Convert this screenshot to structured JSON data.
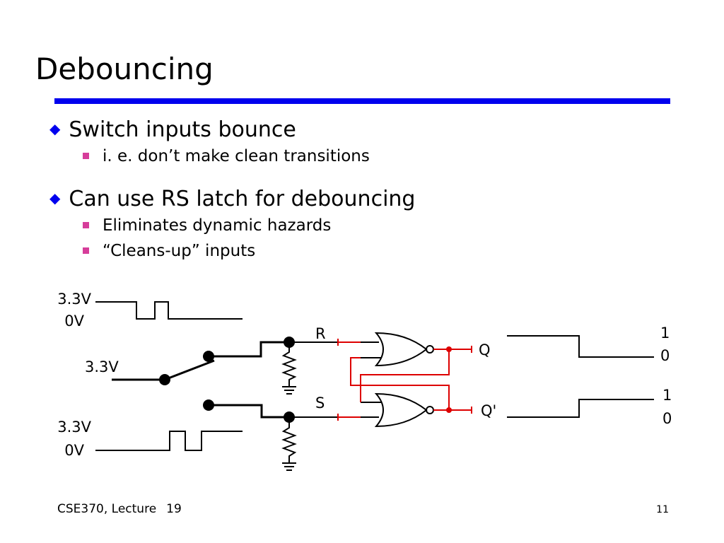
{
  "slide": {
    "title": "Debouncing",
    "bullets": [
      {
        "text": "Switch inputs bounce",
        "sub": [
          "i. e. don’t make clean transitions"
        ]
      },
      {
        "text": "Can use RS latch for debouncing",
        "sub": [
          "Eliminates dynamic hazards",
          "“Cleans-up” inputs"
        ]
      }
    ]
  },
  "diagram": {
    "top_waveform": {
      "high_label": "3.3V",
      "low_label": "0V"
    },
    "switch_label": "3.3V",
    "bottom_waveform": {
      "high_label": "3.3V",
      "low_label": "0V"
    },
    "r_label": "R",
    "s_label": "S",
    "q_label": "Q",
    "qbar_label": "Q'",
    "q_wave": {
      "high_label": "1",
      "low_label": "0"
    },
    "qbar_wave": {
      "high_label": "1",
      "low_label": "0"
    }
  },
  "footer": {
    "course": "CSE370, Lecture",
    "lecture_number": "19",
    "page_number": "11"
  },
  "colors": {
    "title_rule": "#0000ee",
    "bullet_diamond": "#0000ee",
    "bullet_square": "#d63d9a",
    "feedback_wire": "#dd0000"
  }
}
